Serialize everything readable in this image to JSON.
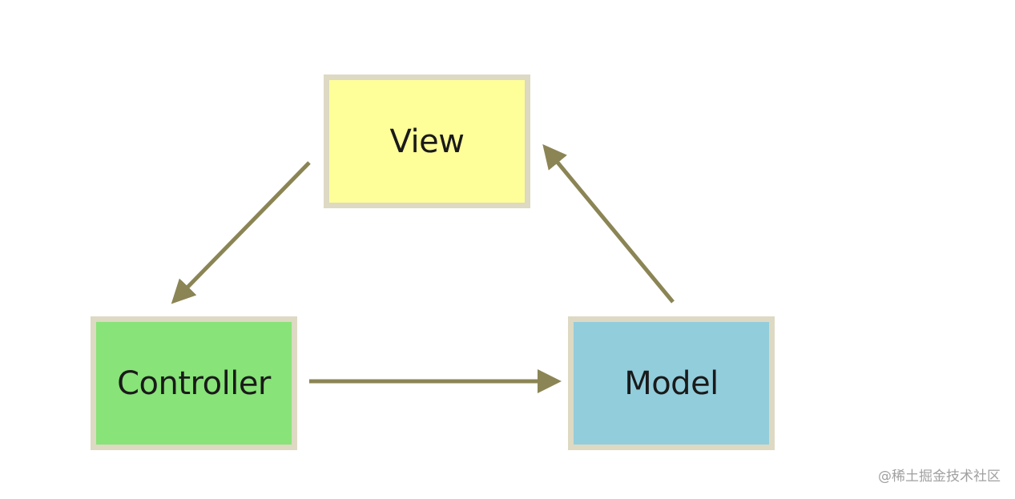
{
  "diagram": {
    "nodes": [
      {
        "id": "view",
        "label": "View",
        "fill": "#ffff99"
      },
      {
        "id": "controller",
        "label": "Controller",
        "fill": "#88e378"
      },
      {
        "id": "model",
        "label": "Model",
        "fill": "#92cddc"
      }
    ],
    "edges": [
      {
        "from": "view",
        "to": "controller"
      },
      {
        "from": "controller",
        "to": "model"
      },
      {
        "from": "model",
        "to": "view"
      }
    ],
    "border_color": "#ddd9c3",
    "arrow_color": "#8b8555"
  },
  "watermark": "@稀土掘金技术社区"
}
